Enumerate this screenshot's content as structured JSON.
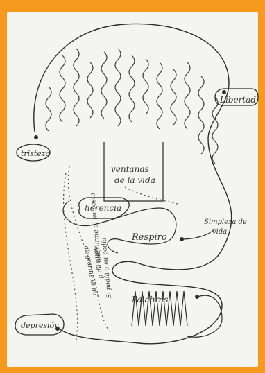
{
  "drawing": {
    "labels": {
      "tristeza": "tristeza",
      "libertad": "Libertad",
      "ventanas_line1": "ventanas",
      "ventanas_line2": "de la vida",
      "herencia": "herencia",
      "respiro": "Respiro",
      "simpleza_line1": "Simpleza de",
      "simpleza_line2": "vida",
      "palabras": "Palabras",
      "depresion": "depresión",
      "vertical_1": "Adios no d",
      "vertical_2": "alegrarme di mi",
      "vertical_3": "Si alegrarme di mi posta",
      "vertical_4": "Si podía o mi podía"
    }
  }
}
